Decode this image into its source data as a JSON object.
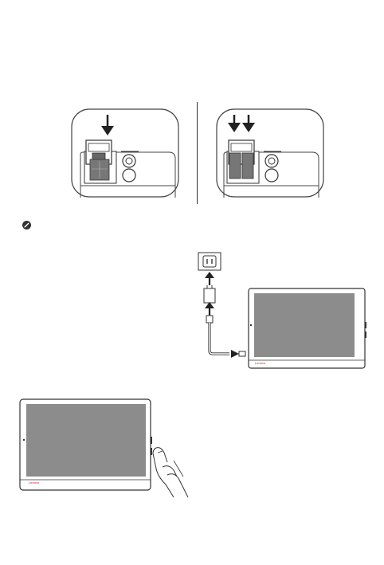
{
  "page": {
    "background": "#ffffff",
    "line_color": "#333333",
    "screen_color": "#8c8c8c"
  },
  "figures": {
    "sim_single": {
      "icon": "sim-tray-single-insert-illustration",
      "arrow_count": 1
    },
    "sim_dual": {
      "icon": "sim-tray-dual-insert-illustration",
      "arrow_count": 2
    },
    "note_icon": "note-pencil-icon",
    "charging": {
      "icon": "charging-diagram-illustration",
      "logo_text": "Lenovo"
    },
    "power_on": {
      "icon": "power-button-press-illustration",
      "logo_text": "Lenovo"
    }
  }
}
